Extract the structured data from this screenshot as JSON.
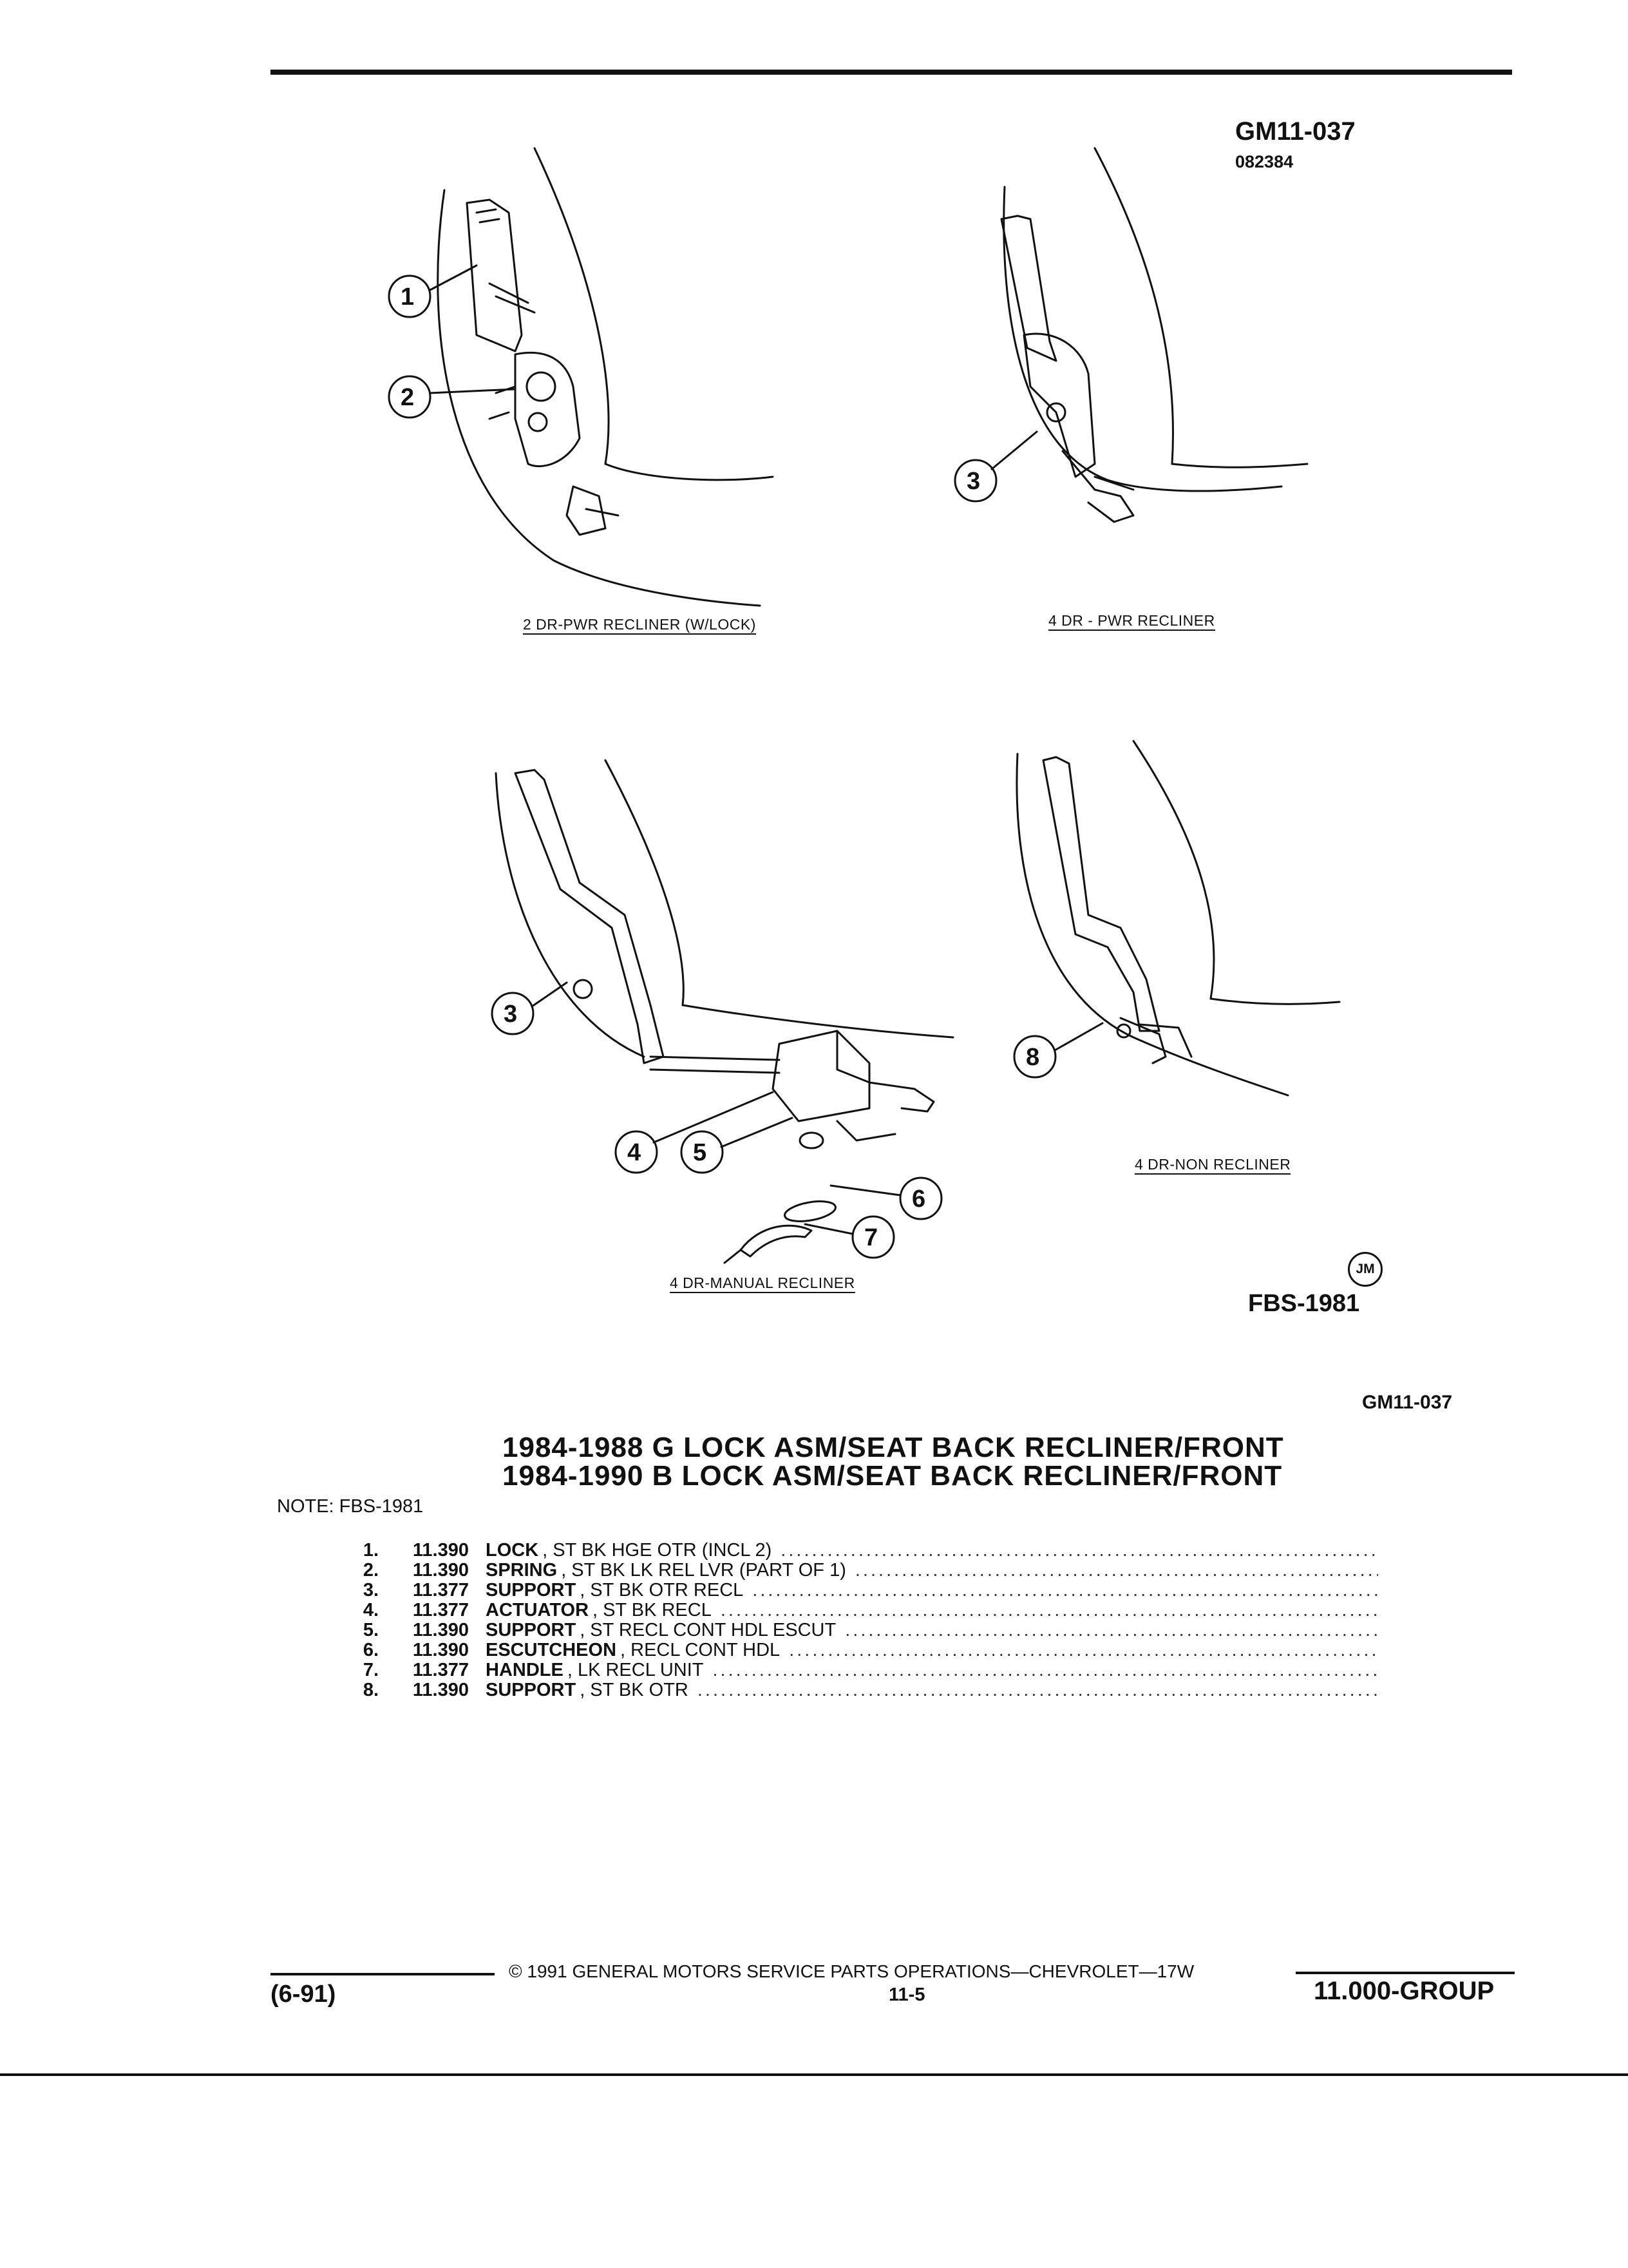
{
  "header": {
    "code": "GM11-037",
    "sub_code": "082384"
  },
  "illustrations": [
    {
      "caption": "2 DR-PWR RECLINER (W/LOCK)",
      "callouts": [
        "1",
        "2"
      ]
    },
    {
      "caption": "4 DR - PWR RECLINER",
      "callouts": [
        "3"
      ]
    },
    {
      "caption": "4 DR-MANUAL RECLINER",
      "callouts": [
        "3",
        "4",
        "5",
        "6",
        "7"
      ]
    },
    {
      "caption": "4 DR-NON RECLINER",
      "callouts": [
        "8"
      ]
    }
  ],
  "figure_badge": "JM",
  "figure_code": "FBS-1981",
  "section_code": "GM11-037",
  "title_lines": [
    "1984-1988 G LOCK ASM/SEAT BACK RECLINER/FRONT",
    "1984-1990 B LOCK ASM/SEAT BACK RECLINER/FRONT"
  ],
  "note": "NOTE: FBS-1981",
  "parts": [
    {
      "num": "1.",
      "code": "11.390",
      "name": "LOCK",
      "desc": ", ST BK HGE OTR (INCL 2)"
    },
    {
      "num": "2.",
      "code": "11.390",
      "name": "SPRING",
      "desc": ", ST BK LK REL LVR (PART OF 1)"
    },
    {
      "num": "3.",
      "code": "11.377",
      "name": "SUPPORT",
      "desc": ", ST BK OTR RECL"
    },
    {
      "num": "4.",
      "code": "11.377",
      "name": "ACTUATOR",
      "desc": ", ST BK RECL"
    },
    {
      "num": "5.",
      "code": "11.390",
      "name": "SUPPORT",
      "desc": ", ST RECL CONT HDL ESCUT"
    },
    {
      "num": "6.",
      "code": "11.390",
      "name": "ESCUTCHEON",
      "desc": ", RECL CONT HDL"
    },
    {
      "num": "7.",
      "code": "11.377",
      "name": "HANDLE",
      "desc": ", LK RECL UNIT"
    },
    {
      "num": "8.",
      "code": "11.390",
      "name": "SUPPORT",
      "desc": ", ST BK OTR"
    }
  ],
  "footer": {
    "copyright": "© 1991 GENERAL MOTORS SERVICE PARTS OPERATIONS—CHEVROLET—17W",
    "edition": "(6-91)",
    "page": "11-5",
    "group": "11.000-GROUP"
  }
}
